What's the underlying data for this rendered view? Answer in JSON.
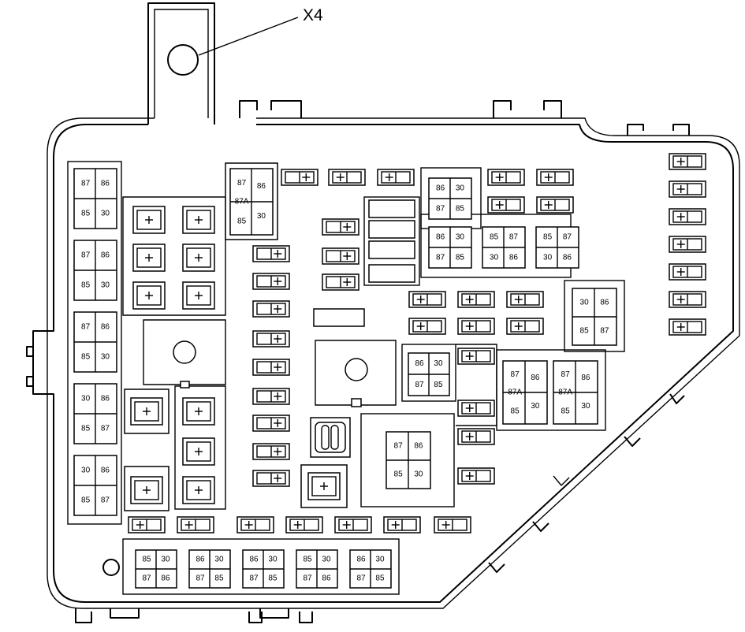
{
  "callout": {
    "label": "X4"
  },
  "relays": [
    {
      "id": "r1",
      "labels": [
        "87",
        "86",
        "85",
        "30"
      ]
    },
    {
      "id": "r2",
      "labels": [
        "87",
        "86",
        "85",
        "30"
      ]
    },
    {
      "id": "r3",
      "labels": [
        "87",
        "86",
        "85",
        "30"
      ]
    },
    {
      "id": "r4",
      "labels": [
        "30",
        "86",
        "85",
        "87"
      ]
    },
    {
      "id": "r5",
      "labels": [
        "30",
        "86",
        "85",
        "87"
      ]
    },
    {
      "id": "r6",
      "labels": [
        "87",
        "86",
        "87A",
        "30",
        "85"
      ]
    },
    {
      "id": "r7",
      "labels": [
        "86",
        "30",
        "87",
        "85"
      ]
    },
    {
      "id": "r8",
      "labels": [
        "86",
        "30",
        "87",
        "85"
      ]
    },
    {
      "id": "r9",
      "labels": [
        "85",
        "87",
        "30",
        "86"
      ]
    },
    {
      "id": "r10",
      "labels": [
        "85",
        "87",
        "30",
        "86"
      ]
    },
    {
      "id": "r11",
      "labels": [
        "30",
        "86",
        "85",
        "87"
      ]
    },
    {
      "id": "r12",
      "labels": [
        "86",
        "30",
        "87",
        "85"
      ]
    },
    {
      "id": "r13",
      "labels": [
        "87",
        "86",
        "87A",
        "30",
        "85"
      ]
    },
    {
      "id": "r14",
      "labels": [
        "87",
        "86",
        "87A",
        "30",
        "85"
      ]
    },
    {
      "id": "r15",
      "labels": [
        "87",
        "86",
        "85",
        "30"
      ]
    },
    {
      "id": "r16",
      "labels": [
        "85",
        "30",
        "87",
        "86"
      ]
    },
    {
      "id": "r17",
      "labels": [
        "86",
        "30",
        "87",
        "85"
      ]
    },
    {
      "id": "r18",
      "labels": [
        "86",
        "30",
        "87",
        "85"
      ]
    },
    {
      "id": "r19",
      "labels": [
        "85",
        "30",
        "87",
        "86"
      ]
    },
    {
      "id": "r20",
      "labels": [
        "86",
        "30",
        "87",
        "85"
      ]
    }
  ]
}
